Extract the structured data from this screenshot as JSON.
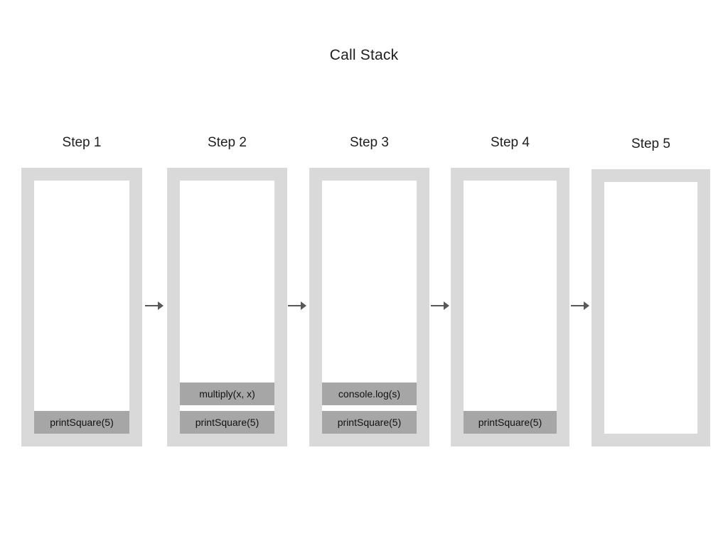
{
  "diagram": {
    "title": "Call Stack",
    "type": "call-stack-sequence",
    "arrow_glyph": "arrow-right-icon",
    "colors": {
      "background": "#ffffff",
      "container_border": "#d9d9d9",
      "container_fill": "#ffffff",
      "frame_fill": "#a6a6a6",
      "text": "#1f1f1f",
      "arrow": "#595959"
    },
    "steps": [
      {
        "label": "Step 1",
        "frames": [
          "printSquare(5)"
        ]
      },
      {
        "label": "Step 2",
        "frames": [
          "multiply(x, x)",
          "printSquare(5)"
        ]
      },
      {
        "label": "Step 3",
        "frames": [
          "console.log(s)",
          "printSquare(5)"
        ]
      },
      {
        "label": "Step 4",
        "frames": [
          "printSquare(5)"
        ]
      },
      {
        "label": "Step 5",
        "frames": []
      }
    ]
  }
}
